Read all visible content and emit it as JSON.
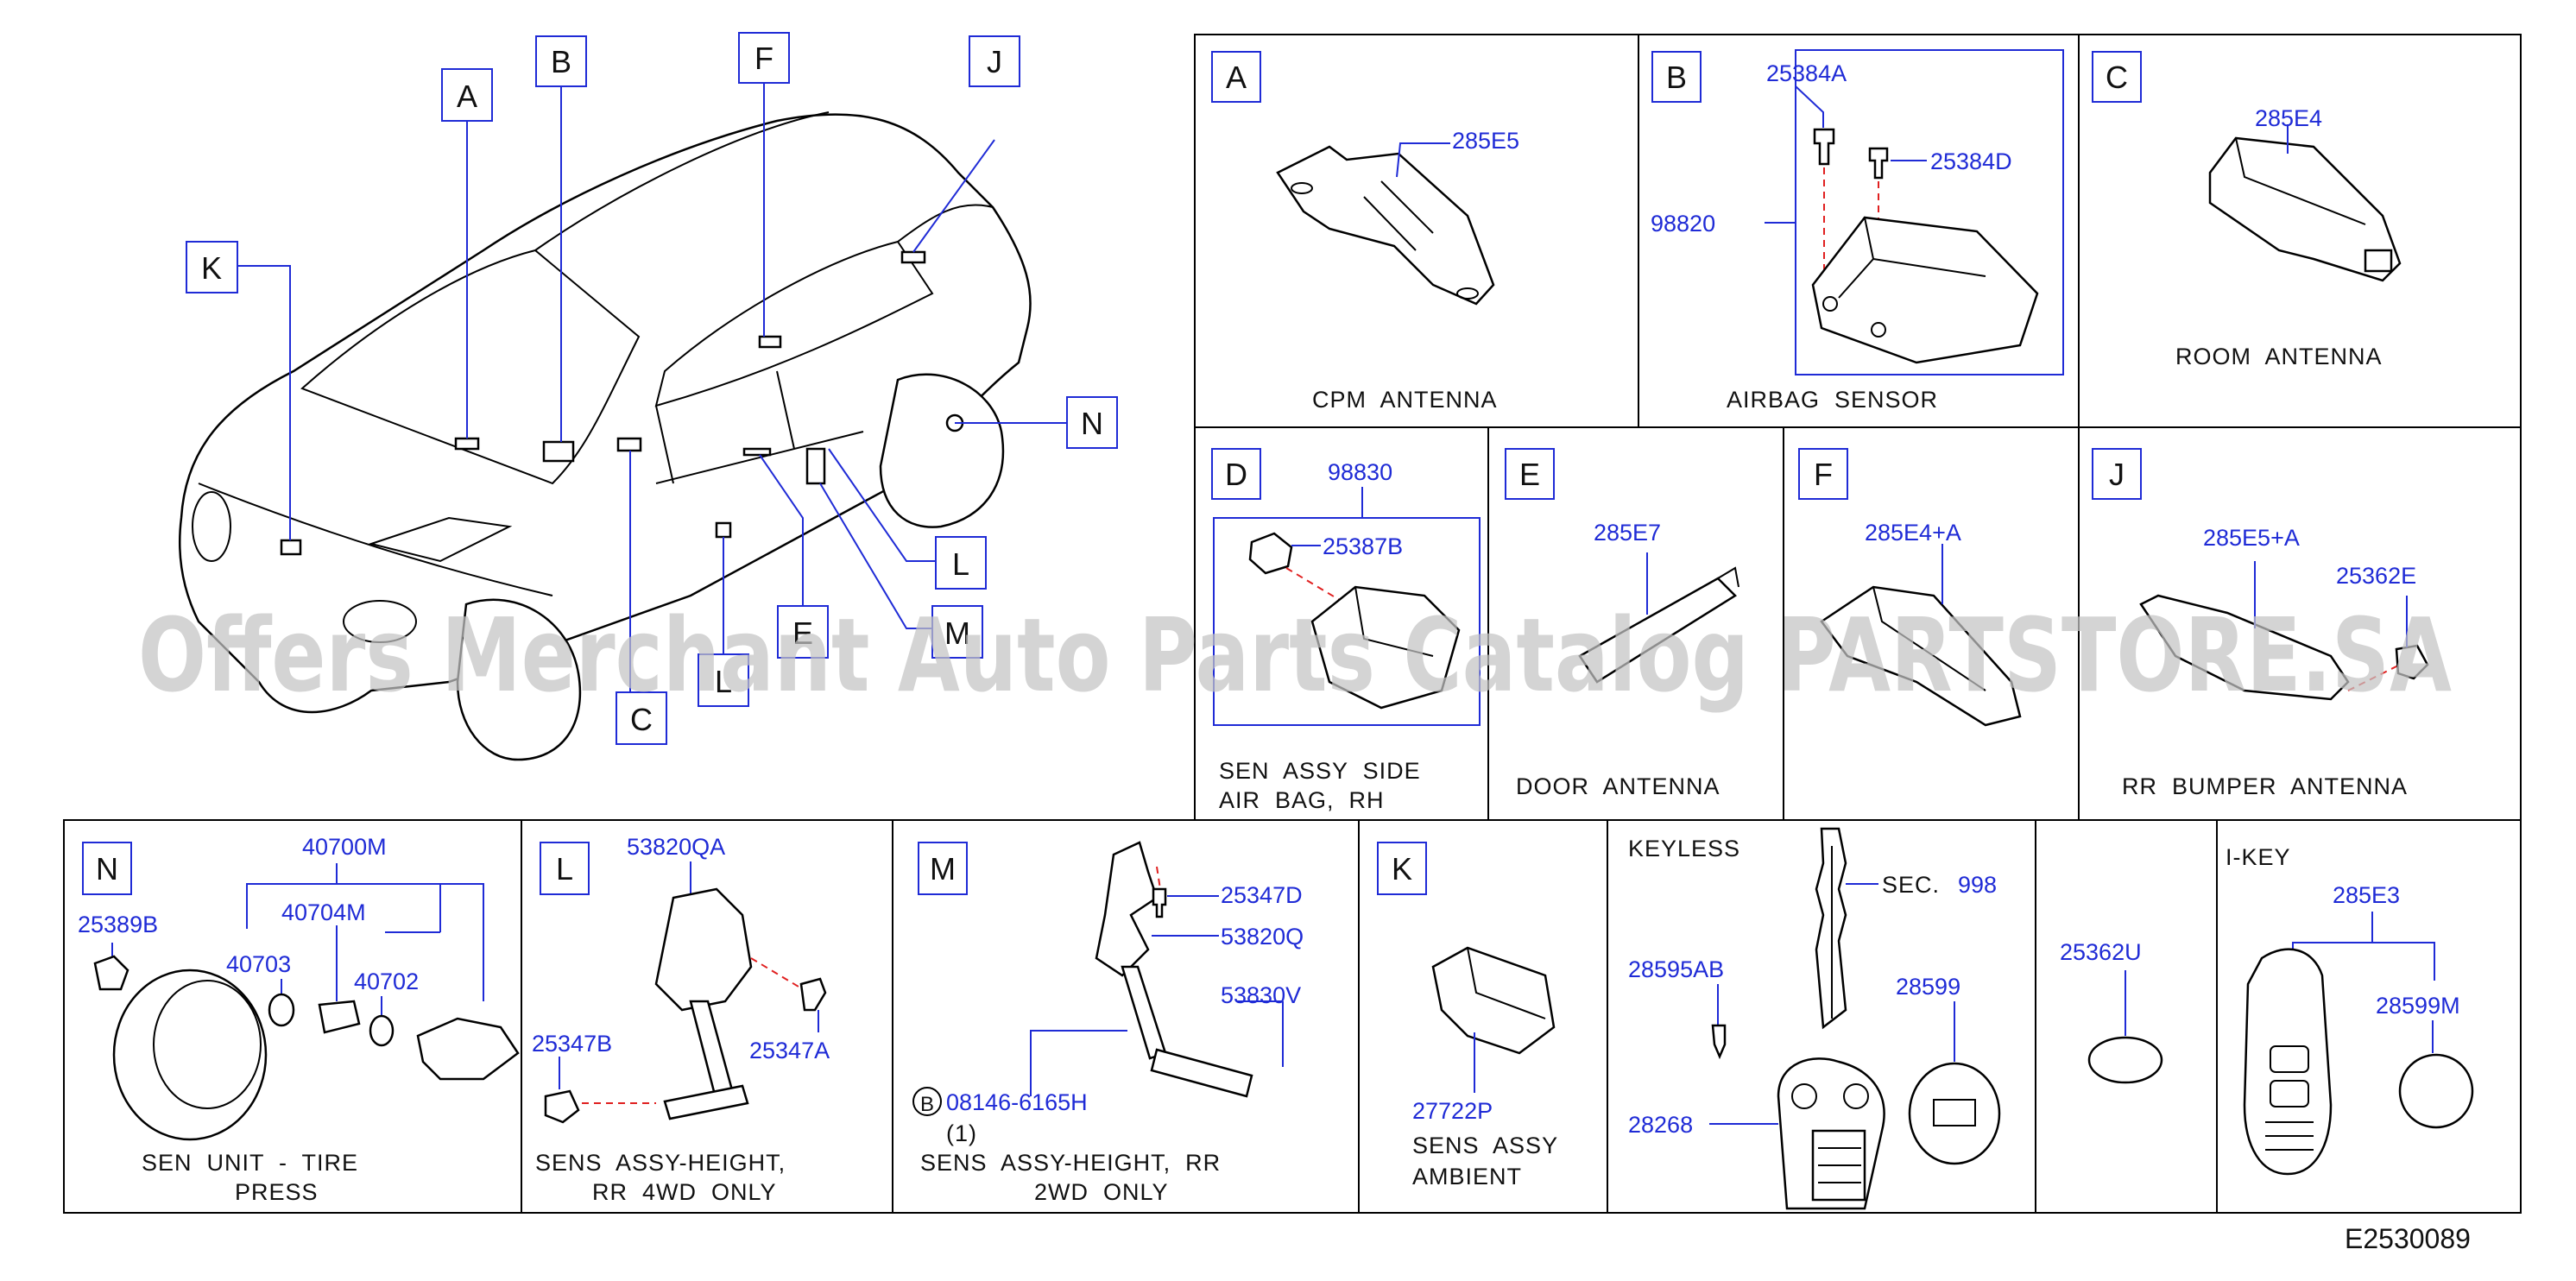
{
  "diagram_id": "E2530089",
  "watermark": "Offers Merchant Auto Parts Catalog PARTSTORE.SA",
  "overview_callouts": [
    "A",
    "B",
    "F",
    "J",
    "K",
    "N",
    "L",
    "E",
    "M",
    "C",
    "L"
  ],
  "panels": {
    "A": {
      "letter": "A",
      "parts": [
        "285E5"
      ],
      "caption": "CPM  ANTENNA"
    },
    "B": {
      "letter": "B",
      "parts": [
        "25384A",
        "25384D",
        "98820"
      ],
      "caption": "AIRBAG  SENSOR"
    },
    "C": {
      "letter": "C",
      "parts": [
        "285E4"
      ],
      "caption": "ROOM  ANTENNA"
    },
    "D": {
      "letter": "D",
      "parts": [
        "98830",
        "25387B"
      ],
      "caption_line1": "SEN  ASSY  SIDE",
      "caption_line2": "AIR  BAG,  RH"
    },
    "E": {
      "letter": "E",
      "parts": [
        "285E7"
      ],
      "caption": "DOOR  ANTENNA"
    },
    "F": {
      "letter": "F",
      "parts": [
        "285E4+A"
      ]
    },
    "J": {
      "letter": "J",
      "parts": [
        "285E5+A",
        "25362E"
      ],
      "caption": "RR  BUMPER  ANTENNA"
    },
    "N": {
      "letter": "N",
      "parts": [
        "40700M",
        "25389B",
        "40704M",
        "40703",
        "40702"
      ],
      "caption_line1": "SEN  UNIT  -  TIRE",
      "caption_line2": "PRESS"
    },
    "L": {
      "letter": "L",
      "parts": [
        "53820QA",
        "25347B",
        "25347A"
      ],
      "caption_line1": "SENS  ASSY-HEIGHT,",
      "caption_line2": "RR  4WD  ONLY"
    },
    "M": {
      "letter": "M",
      "parts": [
        "25347D",
        "53820Q",
        "53830V",
        "08146-6165H"
      ],
      "bolt_marker": "B",
      "qty": "(1)",
      "caption_line1": "SENS  ASSY-HEIGHT,  RR",
      "caption_line2": "2WD  ONLY"
    },
    "K": {
      "letter": "K",
      "parts": [
        "27722P"
      ],
      "caption_line1": "SENS  ASSY",
      "caption_line2": "AMBIENT"
    },
    "KEYLESS": {
      "title": "KEYLESS",
      "sec_label": "SEC.",
      "sec_number": "998",
      "parts": [
        "28595AB",
        "28599",
        "28268"
      ]
    },
    "S25362U": {
      "parts": [
        "25362U"
      ]
    },
    "IKEY": {
      "title": "I-KEY",
      "parts": [
        "285E3",
        "28599M"
      ]
    }
  }
}
